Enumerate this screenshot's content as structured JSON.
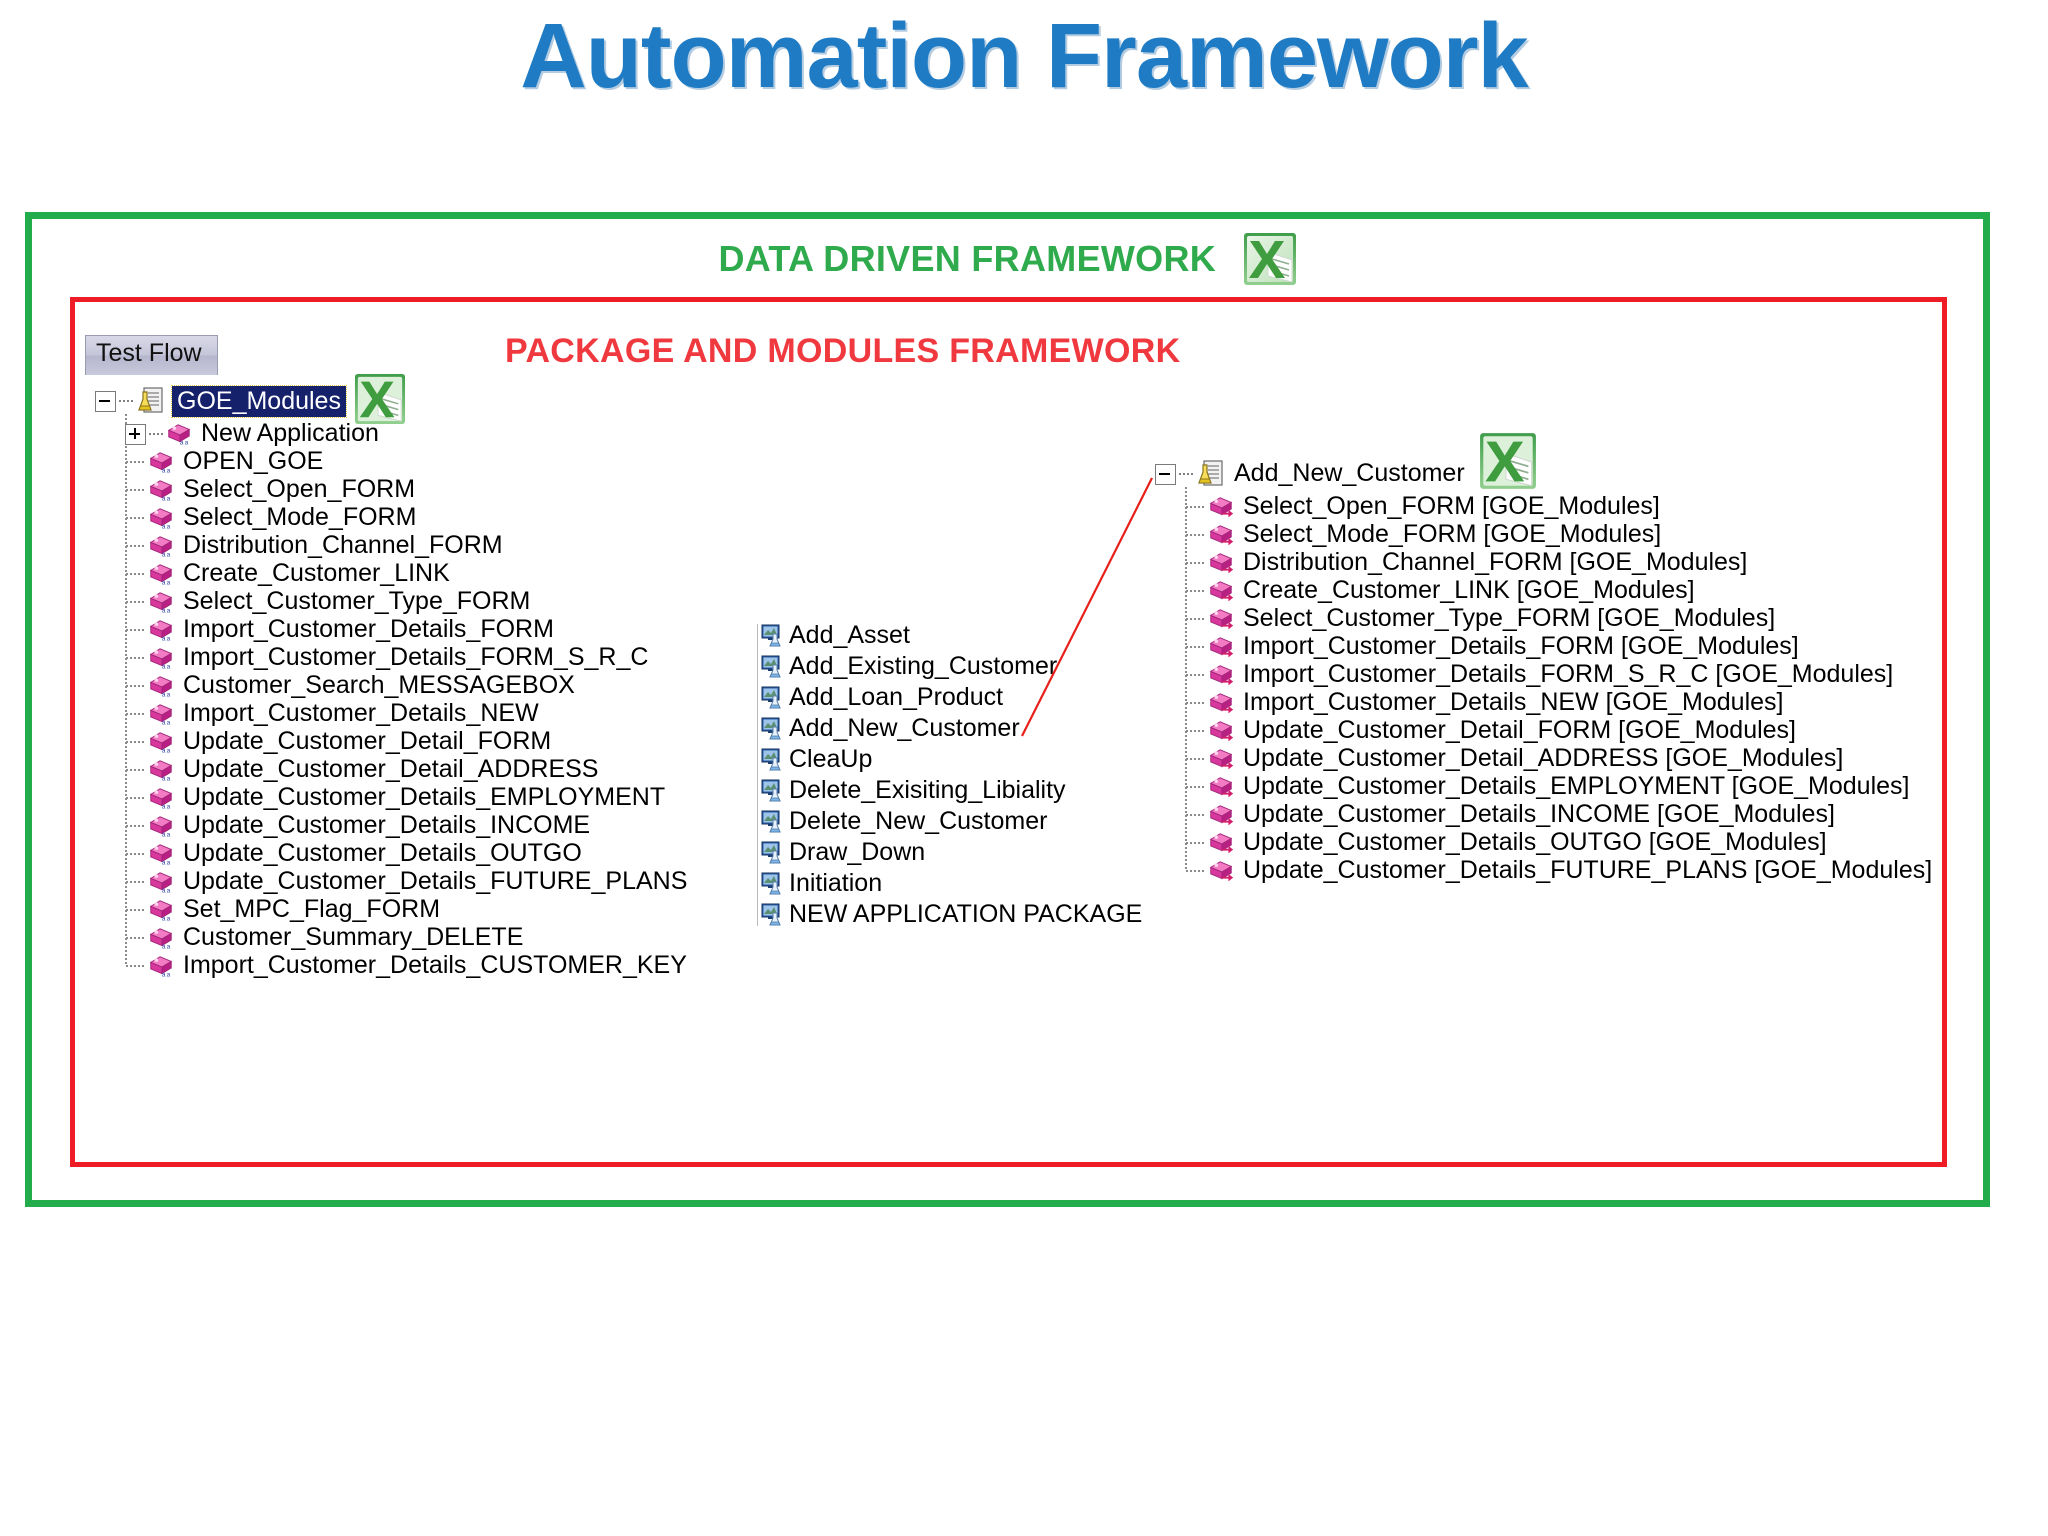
{
  "slide": {
    "title": "Automation Framework",
    "title_color": "#1f7cc4"
  },
  "outer_frame": {
    "label": "DATA DRIVEN FRAMEWORK",
    "border_color": "#22ac4b",
    "text_color": "#2faa4c",
    "excel_icon": "excel-icon"
  },
  "inner_frame": {
    "label": "PACKAGE AND MODULES FRAMEWORK",
    "border_color": "#ee1c25",
    "text_color": "#f0393f"
  },
  "left_panel": {
    "tab_label": "Test Flow",
    "root": {
      "label": "GOE_Modules",
      "expander": "minus",
      "icon": "test-flask-document-icon",
      "selected": true,
      "excel_icon": "excel-icon"
    },
    "items": [
      {
        "label": "New Application",
        "expander": "plus"
      },
      {
        "label": "OPEN_GOE"
      },
      {
        "label": "Select_Open_FORM"
      },
      {
        "label": "Select_Mode_FORM"
      },
      {
        "label": "Distribution_Channel_FORM"
      },
      {
        "label": "Create_Customer_LINK"
      },
      {
        "label": "Select_Customer_Type_FORM"
      },
      {
        "label": "Import_Customer_Details_FORM"
      },
      {
        "label": "Import_Customer_Details_FORM_S_R_C"
      },
      {
        "label": "Customer_Search_MESSAGEBOX"
      },
      {
        "label": "Import_Customer_Details_NEW"
      },
      {
        "label": "Update_Customer_Detail_FORM"
      },
      {
        "label": "Update_Customer_Detail_ADDRESS"
      },
      {
        "label": "Update_Customer_Details_EMPLOYMENT"
      },
      {
        "label": "Update_Customer_Details_INCOME"
      },
      {
        "label": "Update_Customer_Details_OUTGO"
      },
      {
        "label": "Update_Customer_Details_FUTURE_PLANS"
      },
      {
        "label": "Set_MPC_Flag_FORM"
      },
      {
        "label": "Customer_Summary_DELETE"
      },
      {
        "label": "Import_Customer_Details_CUSTOMER_KEY"
      }
    ]
  },
  "middle_panel": {
    "items": [
      {
        "label": "Add_Asset"
      },
      {
        "label": "Add_Existing_Customer"
      },
      {
        "label": "Add_Loan_Product"
      },
      {
        "label": "Add_New_Customer"
      },
      {
        "label": "CleaUp"
      },
      {
        "label": "Delete_Exisiting_Libiality"
      },
      {
        "label": "Delete_New_Customer"
      },
      {
        "label": "Draw_Down"
      },
      {
        "label": "Initiation"
      },
      {
        "label": "NEW APPLICATION PACKAGE"
      }
    ]
  },
  "right_panel": {
    "root": {
      "label": "Add_New_Customer",
      "expander": "minus",
      "icon": "test-flask-document-icon",
      "excel_icon": "excel-icon"
    },
    "items": [
      {
        "label": "Select_Open_FORM [GOE_Modules]"
      },
      {
        "label": "Select_Mode_FORM [GOE_Modules]"
      },
      {
        "label": "Distribution_Channel_FORM [GOE_Modules]"
      },
      {
        "label": "Create_Customer_LINK [GOE_Modules]"
      },
      {
        "label": "Select_Customer_Type_FORM [GOE_Modules]"
      },
      {
        "label": "Import_Customer_Details_FORM [GOE_Modules]"
      },
      {
        "label": "Import_Customer_Details_FORM_S_R_C [GOE_Modules]"
      },
      {
        "label": "Import_Customer_Details_NEW [GOE_Modules]"
      },
      {
        "label": "Update_Customer_Detail_FORM [GOE_Modules]"
      },
      {
        "label": "Update_Customer_Detail_ADDRESS [GOE_Modules]"
      },
      {
        "label": "Update_Customer_Details_EMPLOYMENT [GOE_Modules]"
      },
      {
        "label": "Update_Customer_Details_INCOME [GOE_Modules]"
      },
      {
        "label": "Update_Customer_Details_OUTGO [GOE_Modules]"
      },
      {
        "label": "Update_Customer_Details_FUTURE_PLANS [GOE_Modules]"
      }
    ]
  },
  "connector": {
    "color": "#e8201a",
    "from_label": "Add_New_Customer",
    "to_label": "Add_New_Customer"
  }
}
